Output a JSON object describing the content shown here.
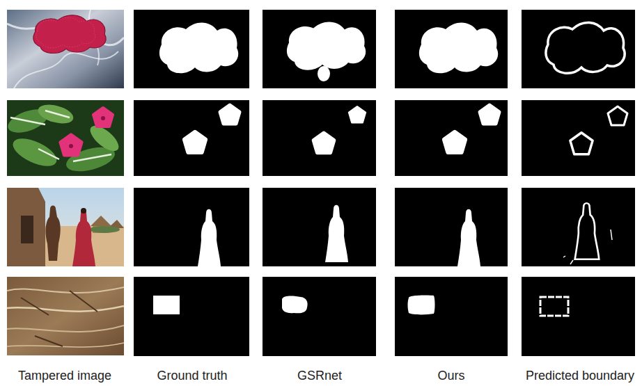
{
  "diagram": {
    "labels": [
      "Tampered image",
      "Ground truth",
      "GSRnet",
      "Ours",
      "Predicted boundary"
    ]
  }
}
